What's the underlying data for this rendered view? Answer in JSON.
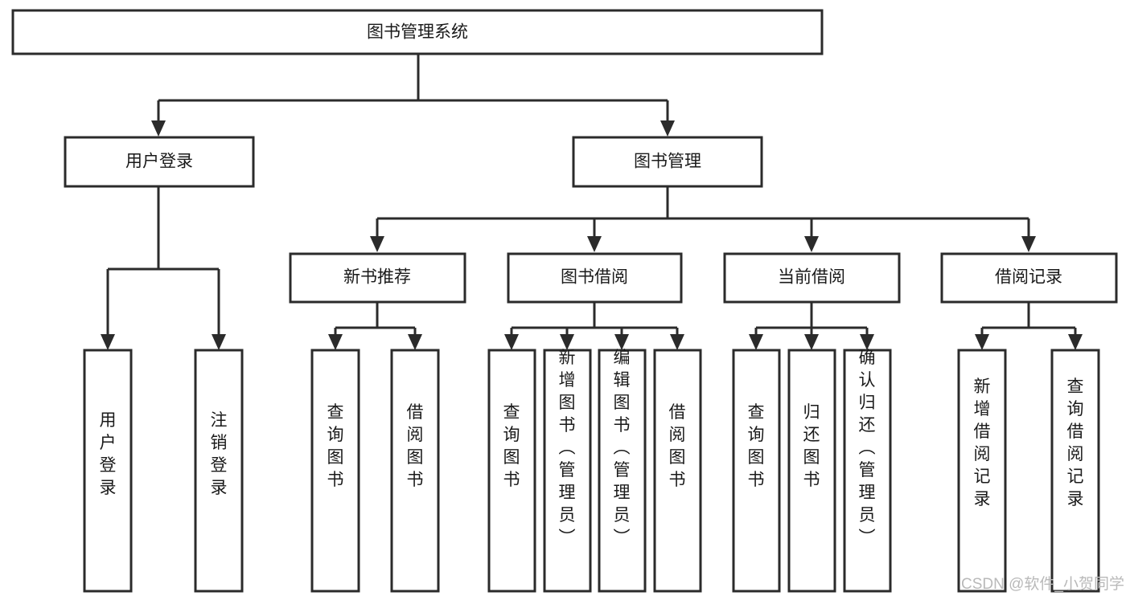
{
  "diagram": {
    "title": "图书管理系统",
    "type": "tree-hierarchy",
    "levels": {
      "root": {
        "label": "图书管理系统"
      },
      "level2": [
        {
          "label": "用户登录"
        },
        {
          "label": "图书管理"
        }
      ],
      "level3": [
        {
          "label": "新书推荐"
        },
        {
          "label": "图书借阅"
        },
        {
          "label": "当前借阅"
        },
        {
          "label": "借阅记录"
        }
      ],
      "leaves_user_login": [
        {
          "label": "用户登录"
        },
        {
          "label": "注销登录"
        }
      ],
      "leaves_new_book": [
        {
          "label": "查询图书"
        },
        {
          "label": "借阅图书"
        }
      ],
      "leaves_borrow": [
        {
          "label": "查询图书"
        },
        {
          "label": "新增图书（管理员）"
        },
        {
          "label": "编辑图书（管理员）"
        },
        {
          "label": "借阅图书"
        }
      ],
      "leaves_current": [
        {
          "label": "查询图书"
        },
        {
          "label": "归还图书"
        },
        {
          "label": "确认归还（管理员）"
        }
      ],
      "leaves_records": [
        {
          "label": "新增借阅记录"
        },
        {
          "label": "查询借阅记录"
        }
      ]
    },
    "colors": {
      "box_fill": "#ffffff",
      "box_stroke": "#2b2b2b",
      "connector": "#2b2b2b",
      "text": "#1a1a1a",
      "background": "#ffffff",
      "watermark": "#b9b9b9"
    }
  },
  "watermark": {
    "text": "CSDN @软件_小贺同学"
  }
}
